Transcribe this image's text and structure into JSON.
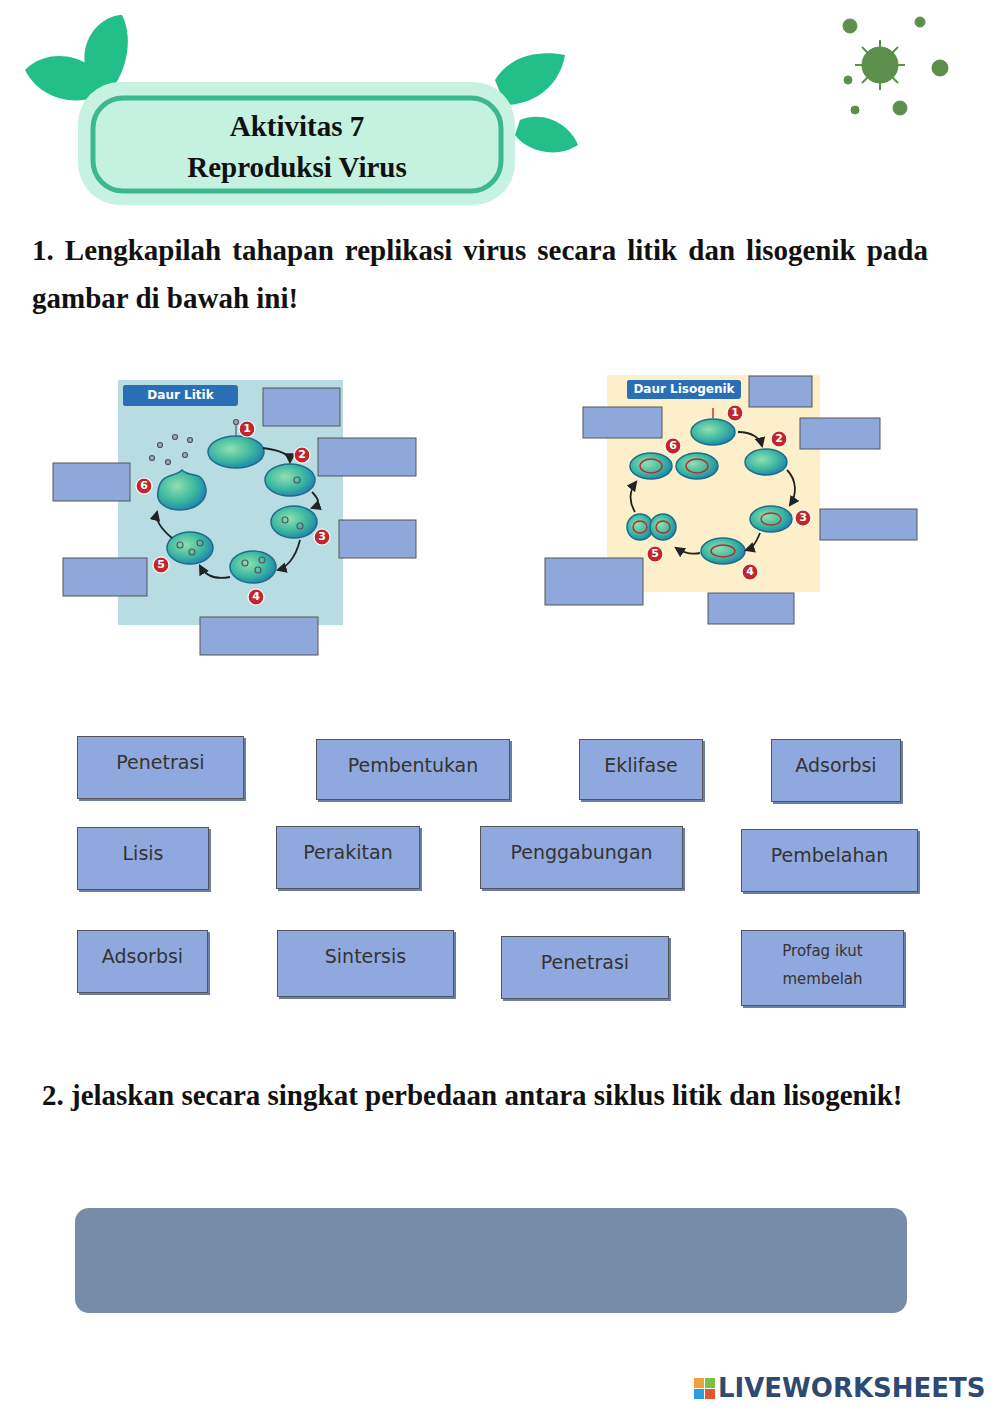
{
  "diagram": {
    "title": "Aktivitas 7 Reproduksi Virus",
    "nodes": [
      {
        "text": [
          "Daur Litik"
        ]
      },
      {
        "text": [
          "Daur Lisogenik"
        ]
      },
      {
        "text": [
          "Penetrasi"
        ]
      },
      {
        "text": [
          "Pembentukan"
        ]
      },
      {
        "text": [
          "Eklifase"
        ]
      },
      {
        "text": [
          "Adsorbsi"
        ]
      },
      {
        "text": [
          "Lisis"
        ]
      },
      {
        "text": [
          "Perakitan"
        ]
      },
      {
        "text": [
          "Penggabungan"
        ]
      },
      {
        "text": [
          "Pembelahan"
        ]
      },
      {
        "text": [
          "Adsorbsi"
        ]
      },
      {
        "text": [
          "Sintersis"
        ]
      },
      {
        "text": [
          "Penetrasi"
        ]
      },
      {
        "text": [
          "Profag ikut membelah"
        ]
      }
    ],
    "labels": [
      "1. Lengkapilah tahapan replikasi virus secara litik dan lisogenik pada gambar di bawah ini!",
      "1",
      "2",
      "3",
      "4",
      "5",
      "6",
      "1",
      "2",
      "3",
      "4",
      "5",
      "6",
      "2. jelaskan secara singkat perbedaan antara siklus litik dan lisogenik!",
      "LIVEWORKSHEETS"
    ]
  }
}
